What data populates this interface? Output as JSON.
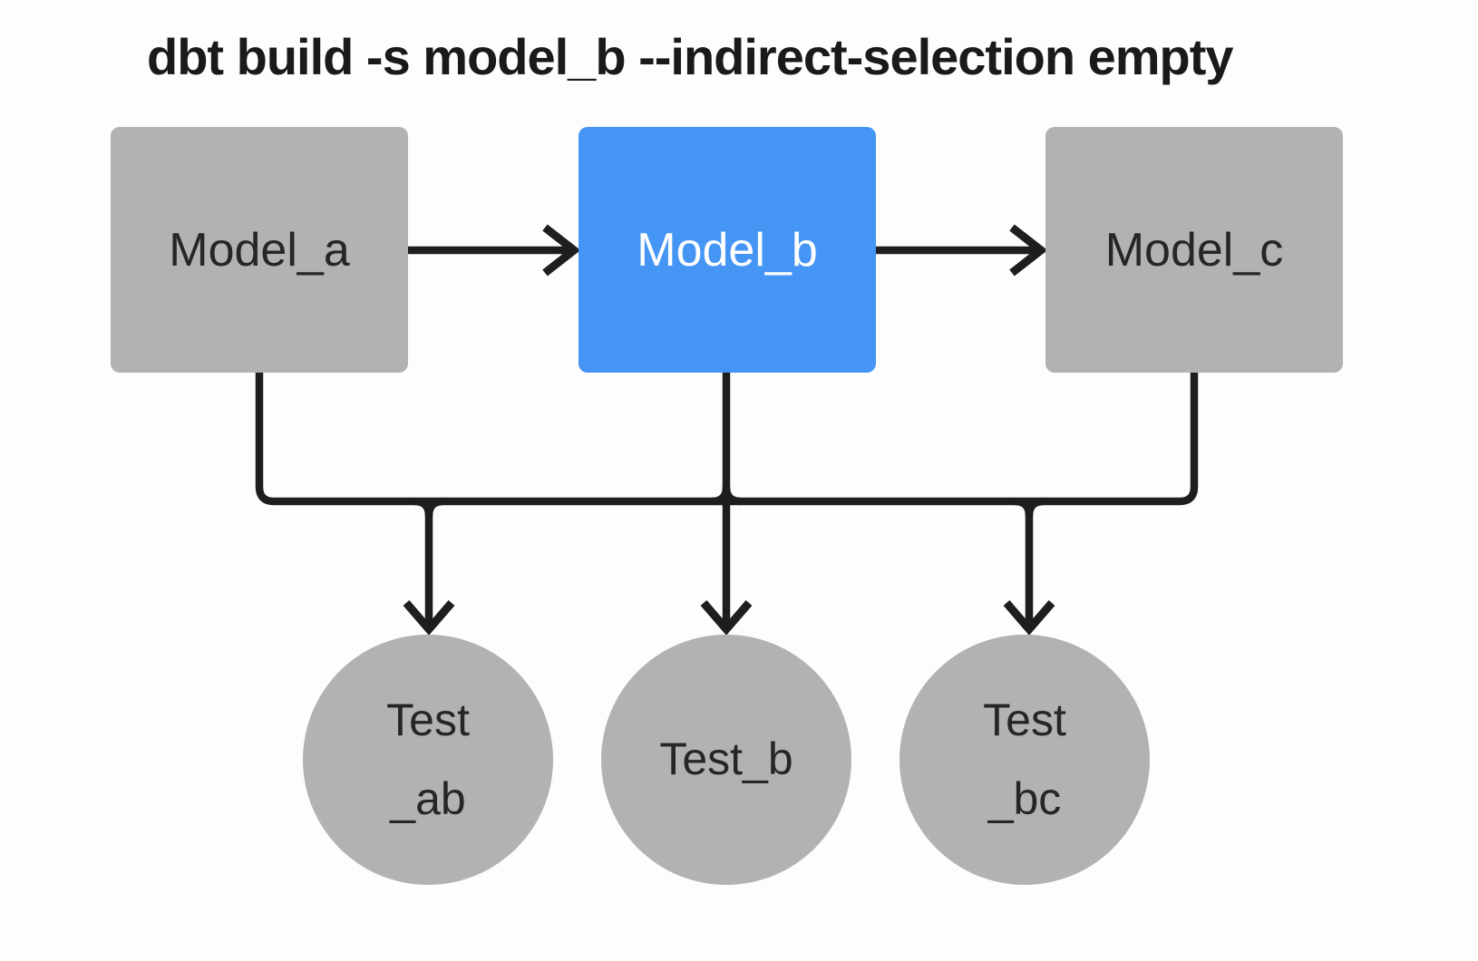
{
  "title": {
    "text": "dbt build -s model_b --indirect-selection empty"
  },
  "nodes": {
    "model_a": {
      "label": "Model_a"
    },
    "model_b": {
      "label": "Model_b"
    },
    "model_c": {
      "label": "Model_c"
    }
  },
  "tests": {
    "test_ab": {
      "line1": "Test",
      "line2": "_ab"
    },
    "test_b": {
      "line1": "Test_b"
    },
    "test_bc": {
      "line1": "Test",
      "line2": "_bc"
    }
  },
  "colors": {
    "background": "#fdfdfd",
    "node-gray": "#b2b2b2",
    "accent-blue": "#4495f4",
    "line": "#1e1e1e",
    "text-dark": "#262626",
    "text-light": "#ffffff",
    "title-color": "#1a1a1a"
  }
}
